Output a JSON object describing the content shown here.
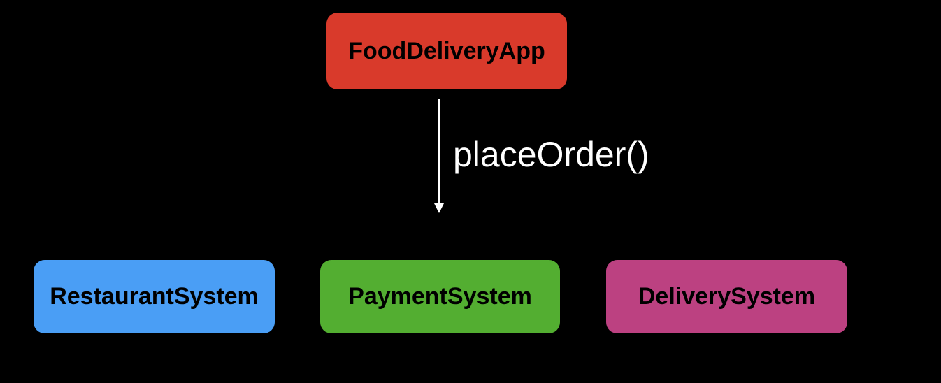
{
  "canvas": {
    "background": "#000000"
  },
  "diagram": {
    "top_node": {
      "label": "FoodDeliveryApp",
      "color": "#D93A2B",
      "text_color": "#000000"
    },
    "edge": {
      "label": "placeOrder()",
      "color": "#FFFFFF"
    },
    "bottom_nodes": [
      {
        "label": "RestaurantSystem",
        "color": "#4A9EF5",
        "text_color": "#000000"
      },
      {
        "label": "PaymentSystem",
        "color": "#53AE31",
        "text_color": "#000000"
      },
      {
        "label": "DeliverySystem",
        "color": "#BC4181",
        "text_color": "#000000"
      }
    ]
  }
}
